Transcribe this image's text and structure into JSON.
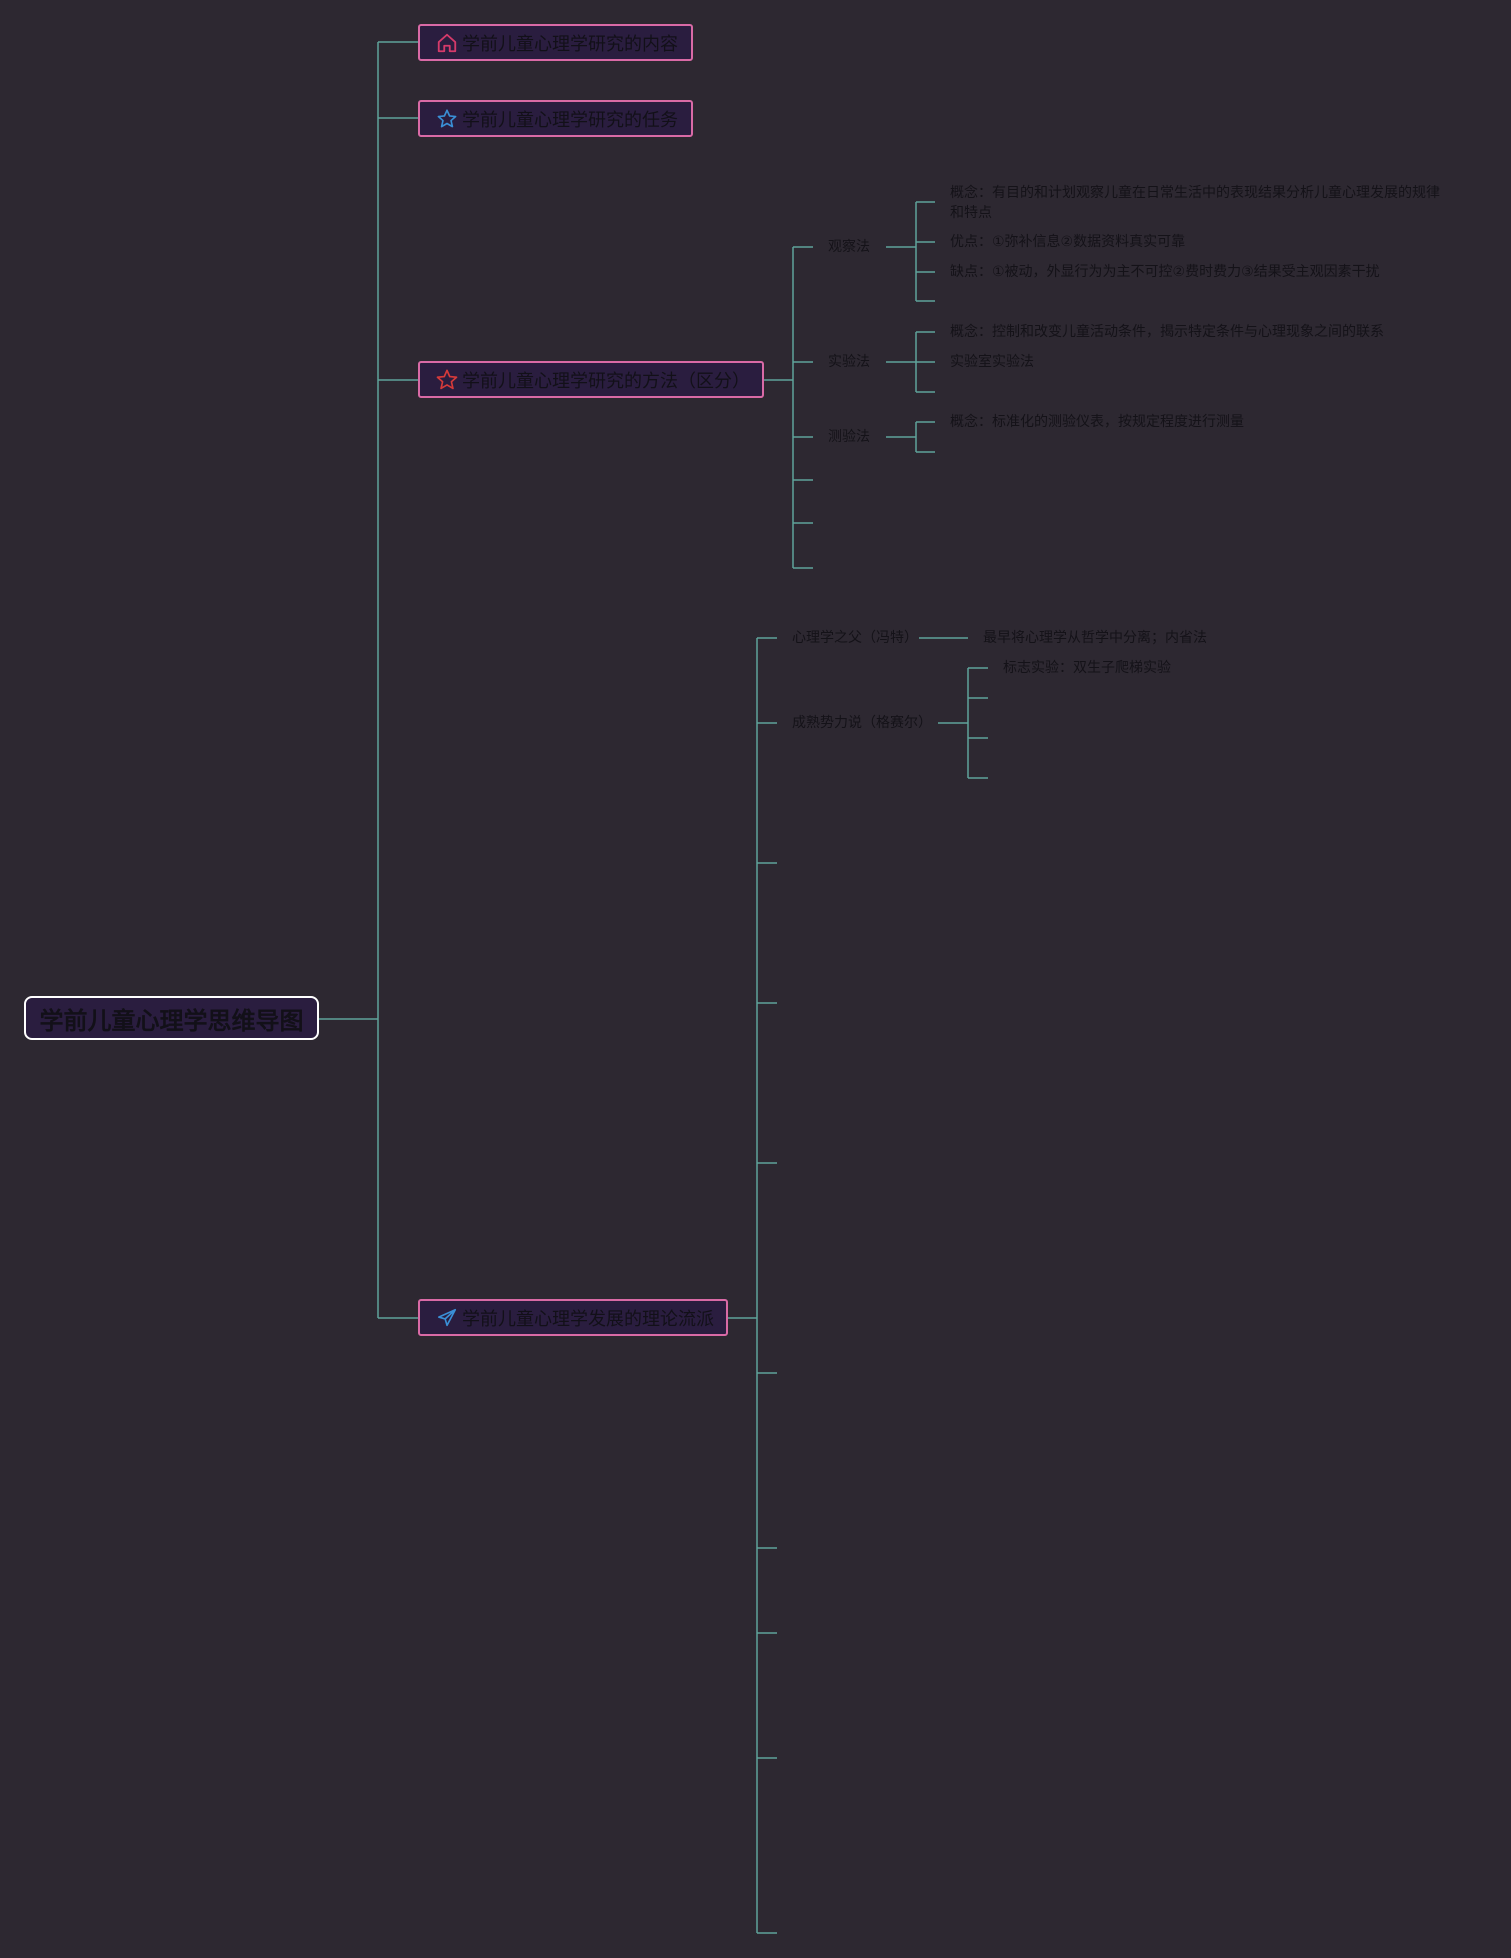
{
  "root": {
    "title": "学前儿童心理学思维导图"
  },
  "branches": [
    {
      "title": "学前儿童心理学研究的内容",
      "icon": "home-icon",
      "icon_color": "#d63a6a"
    },
    {
      "title": "学前儿童心理学研究的任务",
      "icon": "star-outline-icon",
      "icon_color": "#3a8fd6"
    },
    {
      "title": "学前儿童心理学研究的方法（区分）",
      "icon": "star-icon",
      "icon_color": "#d63a3a"
    },
    {
      "title": "学前儿童心理学发展的理论流派",
      "icon": "paper-plane-icon",
      "icon_color": "#3a8fd6"
    }
  ],
  "methods": {
    "observation": {
      "label": "观察法",
      "concept": "概念：有目的和计划观察儿童在日常生活中的表现结果分析儿童心理发展的规律和特点",
      "advantages": "优点：①弥补信息②数据资料真实可靠",
      "disadvantages": "缺点：①被动，外显行为为主不可控②费时费力③结果受主观因素干扰"
    },
    "experiment": {
      "label": "实验法",
      "concept": "概念：控制和改变儿童活动条件，揭示特定条件与心理现象之间的联系",
      "lab": "实验室实验法"
    },
    "test": {
      "label": "测验法",
      "concept": "概念：标准化的测验仪表，按规定程度进行测量"
    }
  },
  "theories": {
    "wundt": {
      "label": "心理学之父（冯特）",
      "detail": "最早将心理学从哲学中分离；内省法"
    },
    "gesell": {
      "label": "成熟势力说（格赛尔）",
      "experiment": "标志实验：双生子爬梯实验"
    }
  },
  "colors": {
    "background": "#2d2831",
    "connector": "#5fa39a",
    "node_border": "#d96aa6",
    "node_fill": "#2a1d3f",
    "root_border": "#ffffff"
  }
}
